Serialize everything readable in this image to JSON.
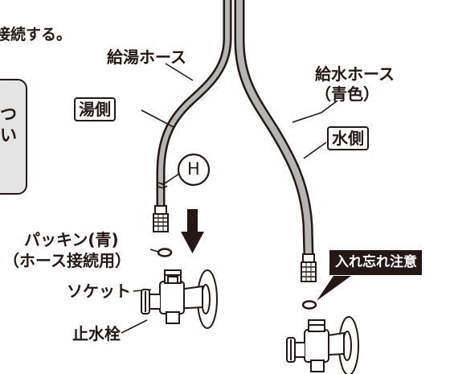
{
  "header_fragment": "接続する。",
  "labels": {
    "hot_hose": "給湯ホース",
    "cold_hose": "給水ホース",
    "cold_hose_color": "（青色）",
    "hot_side": "湯側",
    "cold_side": "水側",
    "marker": "H",
    "packing_line1": "パッキン(青)",
    "packing_line2": "（ホース接続用）",
    "socket": "ソケット",
    "stop_valve": "止水栓",
    "warning": "入れ忘れ注意"
  },
  "side_panel": {
    "char_top": "つ",
    "char_bottom": "い"
  },
  "colors": {
    "ink": "#231815",
    "hose_fill": "#b5b5b5",
    "panel_fill": "#e4e4e4",
    "valve_fill": "#ffffff"
  }
}
